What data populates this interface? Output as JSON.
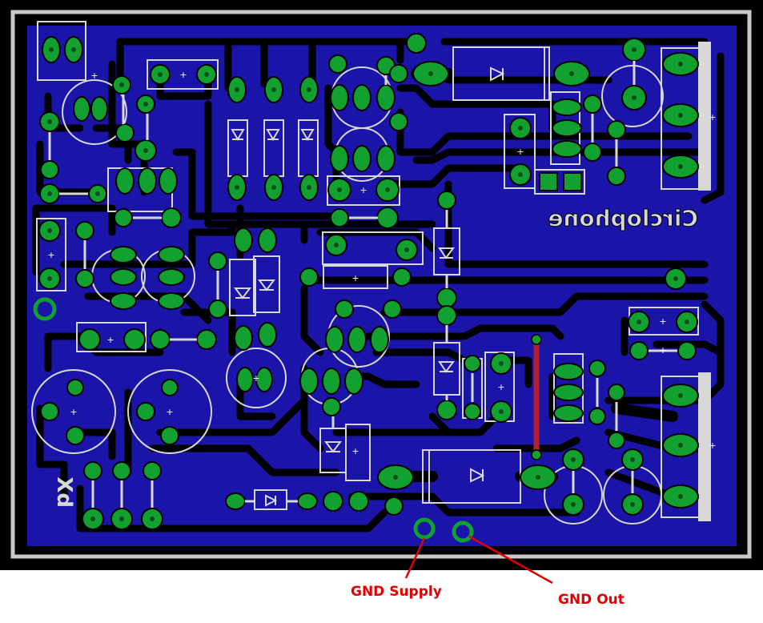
{
  "board": {
    "silkscreen_name": "Circlophone",
    "silkscreen_initials": "bX",
    "plus_mark": "+",
    "colors": {
      "page_bg": "#ffffff",
      "outer_ring": "#000000",
      "board_outline": "#c8c8c8",
      "copper_fill": "#1a14a8",
      "trace_clearance": "#000000",
      "pad": "#12a030",
      "drill": "#0a4f18",
      "silkscreen": "#d8d8d8",
      "jumper": "#b02030",
      "annotation": "#e00000"
    }
  },
  "annotations": [
    {
      "label": "GND Supply"
    },
    {
      "label": "GND Out"
    }
  ]
}
